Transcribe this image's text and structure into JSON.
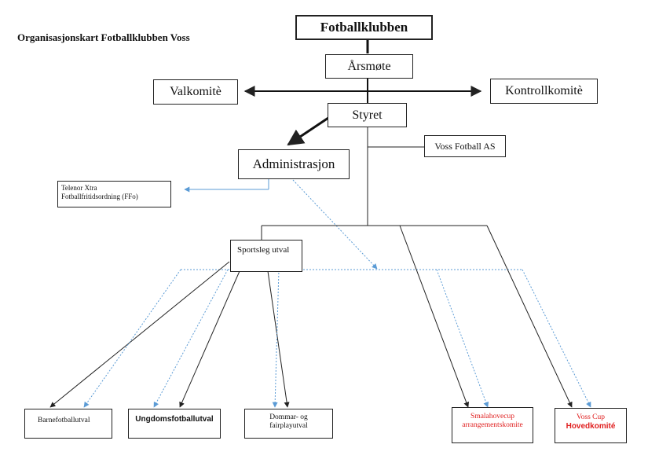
{
  "title": "Organisasjonskart Fotballklubben Voss",
  "nodes": {
    "fotballklubben": "Fotballklubben",
    "arsmote": "Årsmøte",
    "valkomite": "Valkomitè",
    "kontrollkomite": "Kontrollkomitè",
    "styret": "Styret",
    "voss_fotball_as": "Voss Fotball AS",
    "administrasjon": "Administrasjon",
    "telenor": {
      "line1": "Telenor Xtra",
      "line2": "Fotballfritidsordning (FFo)"
    },
    "sportsleg_utval": "Sportsleg utval",
    "barnefotballutval": "Barnefotballutval",
    "ungdomsfotballutval": "Ungdomsfotballutval",
    "dommar": {
      "line1": "Dommar- og",
      "line2": "fairplayutval"
    },
    "smalahovecup": {
      "line1": "Smalahovecup",
      "line2": "arrangementskomite"
    },
    "voss_cup": {
      "line1": "Voss Cup",
      "line2": "Hovedkomité"
    }
  },
  "colors": {
    "line": "#222222",
    "dotted_line": "#5b9bd5",
    "highlight_text": "#e02020"
  }
}
